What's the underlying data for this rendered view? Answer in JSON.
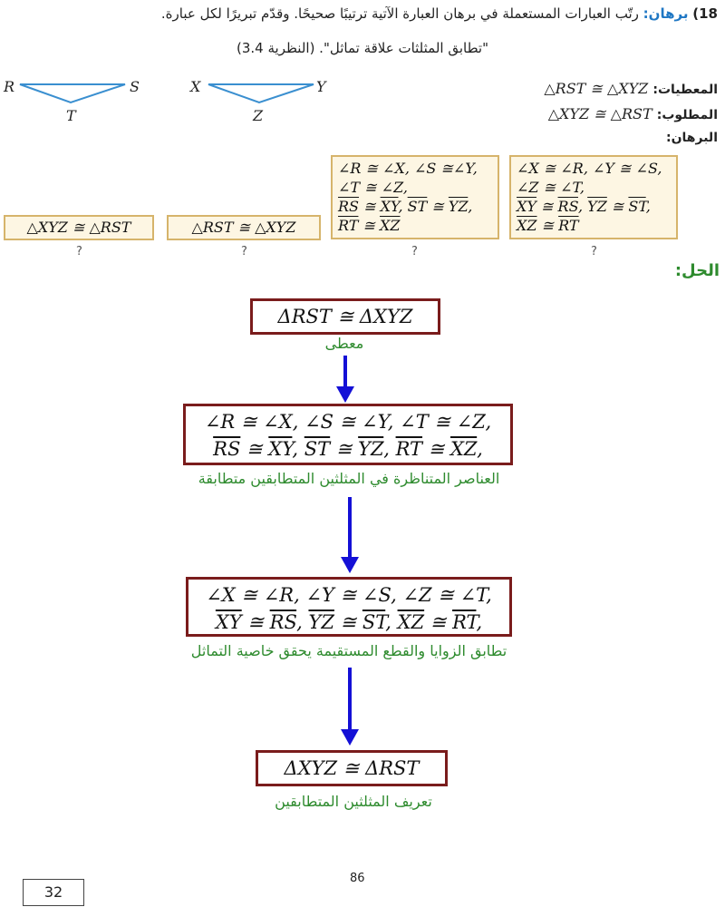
{
  "problem": {
    "number": "18)",
    "keyword": "برهان:",
    "instruction": "رتّب العبارات المستعملة في برهان العبارة الآتية ترتيبًا صحيحًا. وقدّم تبريرًا لكل عبارة.",
    "statement": "\"تطابق المثلثات علاقة تماثل\". (النظرية 3.4)"
  },
  "triangles": {
    "first": {
      "a": "R",
      "b": "S",
      "c": "T"
    },
    "second": {
      "a": "X",
      "b": "Y",
      "c": "Z"
    }
  },
  "given": {
    "label": "المعطيات:",
    "value": "△RST ≅ △XYZ"
  },
  "prove": {
    "label": "المطلوب:",
    "value": "△XYZ ≅ △RST"
  },
  "proof_label": "البرهان:",
  "statement_boxes": {
    "box1": {
      "text": "△XYZ ≅ △RST",
      "mark": "?"
    },
    "box2": {
      "text": "△RST ≅ △XYZ",
      "mark": "?"
    },
    "box3": {
      "l1": "∠R ≅ ∠X, ∠S ≅∠Y,",
      "l2": "∠T ≅ ∠Z,",
      "l3a": "RS",
      "l3b": " ≅ ",
      "l3c": "XY",
      "l3d": ", ",
      "l3e": "ST",
      "l3f": " ≅ ",
      "l3g": "YZ",
      "l3h": ",",
      "l4a": "RT",
      "l4b": " ≅ ",
      "l4c": "XZ",
      "mark": "?"
    },
    "box4": {
      "l1": "∠X ≅ ∠R, ∠Y ≅ ∠S,",
      "l2": "∠Z ≅ ∠T,",
      "l3a": "XY",
      "l3b": " ≅ ",
      "l3c": "RS",
      "l3d": ", ",
      "l3e": "YZ",
      "l3f": " ≅ ",
      "l3g": "ST",
      "l3h": ",",
      "l4a": "XZ",
      "l4b": " ≅ ",
      "l4c": "RT",
      "mark": "?"
    }
  },
  "solution_label": "الحل:",
  "flow": {
    "step1": {
      "text": "ΔRST ≅ ΔXYZ",
      "reason": "معطى"
    },
    "step2": {
      "l1": "∠R ≅ ∠X, ∠S ≅ ∠Y, ∠T ≅ ∠Z,",
      "a": "RS",
      "b": " ≅ ",
      "c": "XY",
      "d": ", ",
      "e": "ST",
      "f": " ≅ ",
      "g": "YZ",
      "h": ", ",
      "i": "RT",
      "j": " ≅ ",
      "k": "XZ",
      "l": ",",
      "reason": "العناصر المتناظرة في المثلثين المتطابقين متطابقة"
    },
    "step3": {
      "l1": "∠X ≅ ∠R, ∠Y ≅ ∠S, ∠Z ≅ ∠T,",
      "a": "XY",
      "b": " ≅ ",
      "c": "RS",
      "d": ", ",
      "e": "YZ",
      "f": " ≅ ",
      "g": "ST",
      "h": ", ",
      "i": "XZ",
      "j": " ≅ ",
      "k": "RT",
      "l": ",",
      "reason": "تطابق الزوايا والقطع المستقيمة يحقق خاصية التماثل"
    },
    "step4": {
      "text": "ΔXYZ ≅ ΔRST",
      "reason": "تعريف المثلثين المتطابقين"
    }
  },
  "footer": {
    "page_number": "86",
    "box_number": "32"
  },
  "colors": {
    "keyword": "#1f77c4",
    "green": "#2e8b2e",
    "box_border": "#7a1c1c",
    "arrow": "#1410d6",
    "gold_border": "#d6b46b"
  }
}
